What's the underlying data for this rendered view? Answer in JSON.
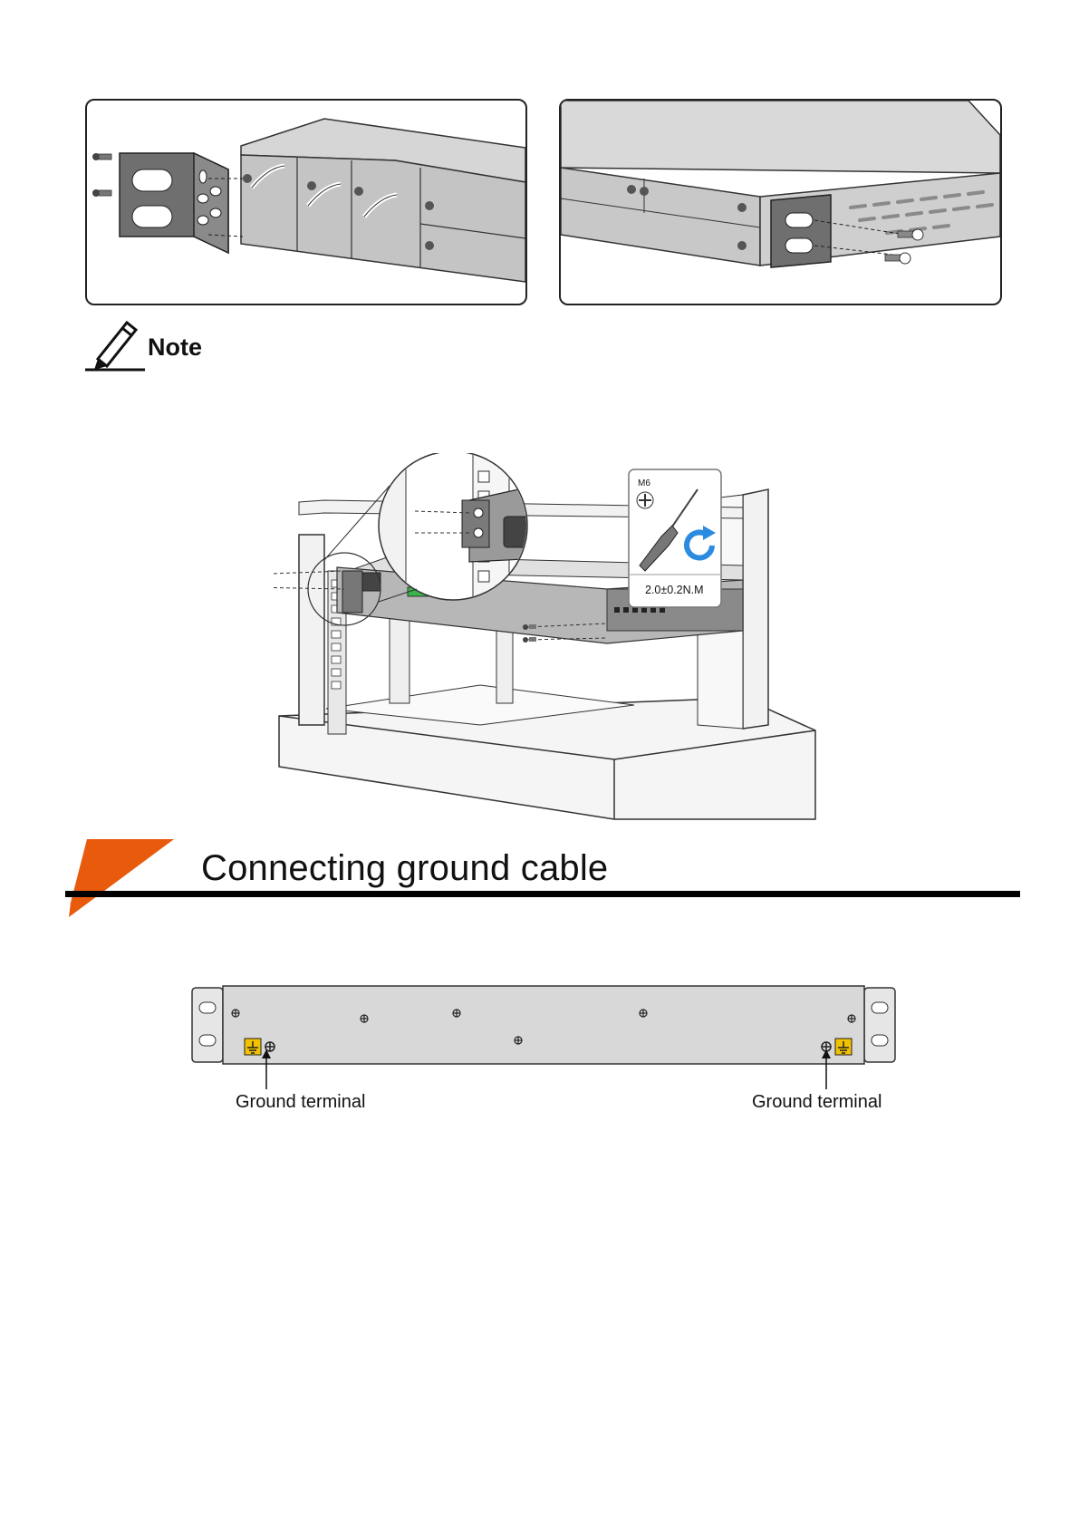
{
  "note": {
    "label": "Note"
  },
  "rack_figure": {
    "screw_label": "M6",
    "torque_label": "2.0±0.2N.M"
  },
  "section": {
    "title": "Connecting ground cable"
  },
  "ground_figure": {
    "left_caption": "Ground terminal",
    "right_caption": "Ground terminal",
    "ground_symbol_color": "#f2c200"
  },
  "colors": {
    "accent": "#e85a0c",
    "rule": "#000000",
    "metal": "#8f8f8f"
  }
}
